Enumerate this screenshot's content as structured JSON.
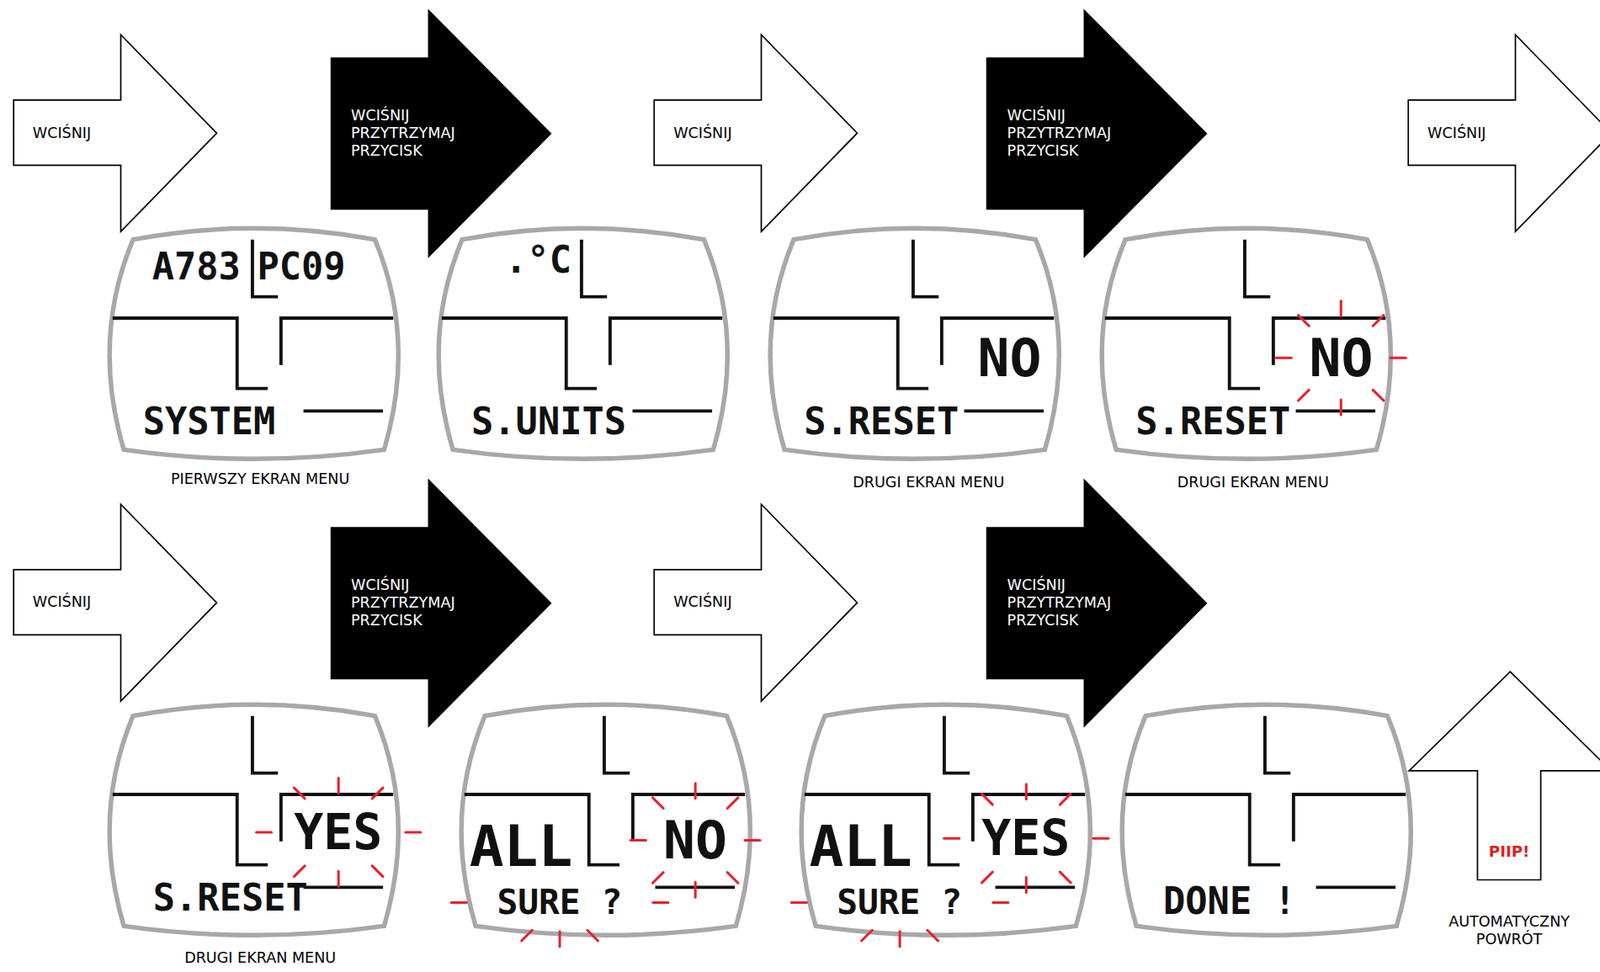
{
  "diagram": {
    "nodes": [
      {
        "text": [
          "WCIŚNIJ"
        ]
      },
      {
        "text": [
          "A783",
          "PC09",
          "SYSTEM"
        ]
      },
      {
        "text": [
          "WCIŚNIJ PRZYTRZYMAJ PRZYCISK"
        ]
      },
      {
        "text": [
          ".°C",
          "S.UNITS"
        ]
      },
      {
        "text": [
          "WCIŚNIJ"
        ]
      },
      {
        "text": [
          "NO",
          "S.RESET"
        ]
      },
      {
        "text": [
          "WCIŚNIJ PRZYTRZYMAJ PRZYCISK"
        ]
      },
      {
        "text": [
          "NO",
          "S.RESET"
        ]
      },
      {
        "text": [
          "WCIŚNIJ"
        ]
      },
      {
        "text": [
          "WCIŚNIJ"
        ]
      },
      {
        "text": [
          "YES",
          "S.RESET"
        ]
      },
      {
        "text": [
          "WCIŚNIJ PRZYTRZYMAJ PRZYCISK"
        ]
      },
      {
        "text": [
          "ALL",
          "NO",
          "SURE ?"
        ]
      },
      {
        "text": [
          "WCIŚNIJ"
        ]
      },
      {
        "text": [
          "ALL",
          "YES",
          "SURE ?"
        ]
      },
      {
        "text": [
          "WCIŚNIJ PRZYTRZYMAJ PRZYCISK"
        ]
      },
      {
        "text": [
          "DONE !"
        ]
      },
      {
        "text": [
          "PIIP!",
          "AUTOMATYCZNY POWRÓT"
        ]
      }
    ],
    "labels": [
      "PIERWSZY EKRAN MENU",
      "DRUGI EKRAN MENU",
      "DRUGI EKRAN MENU",
      "DRUGI EKRAN MENU"
    ]
  }
}
